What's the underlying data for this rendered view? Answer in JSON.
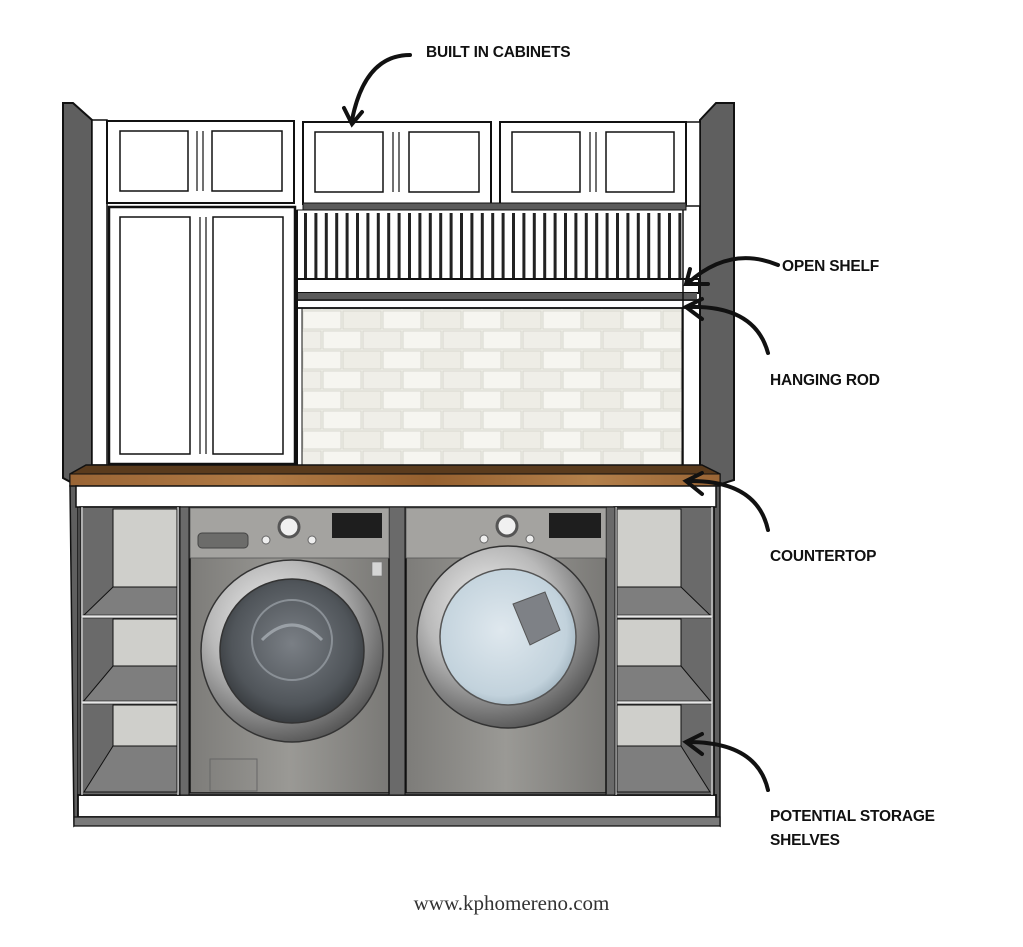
{
  "annotations": {
    "built_in_cabinets": "BUILT IN CABINETS",
    "open_shelf": "OPEN SHELF",
    "hanging_rod": "HANGING ROD",
    "countertop": "COUNTERTOP",
    "storage_shelves_line1": "POTENTIAL STORAGE",
    "storage_shelves_line2": "SHELVES"
  },
  "footer": {
    "website": "www.kphomereno.com"
  },
  "colors": {
    "wall": "#5f5f5f",
    "wall_dark": "#4a4a4a",
    "cabinet": "#ffffff",
    "outline": "#111111",
    "countertop": "#8a5a2b",
    "countertop_edge": "#a8703a",
    "shelf_back": "#cfcfcb",
    "shelf_side": "#6a6a6a",
    "shelf_floor": "#7e7e7e",
    "appliance": "#8d8c88",
    "tile": "#f1f0ea",
    "arrow": "#111111"
  },
  "icons": {
    "annotation_arrow": "curved-arrow-icon"
  }
}
